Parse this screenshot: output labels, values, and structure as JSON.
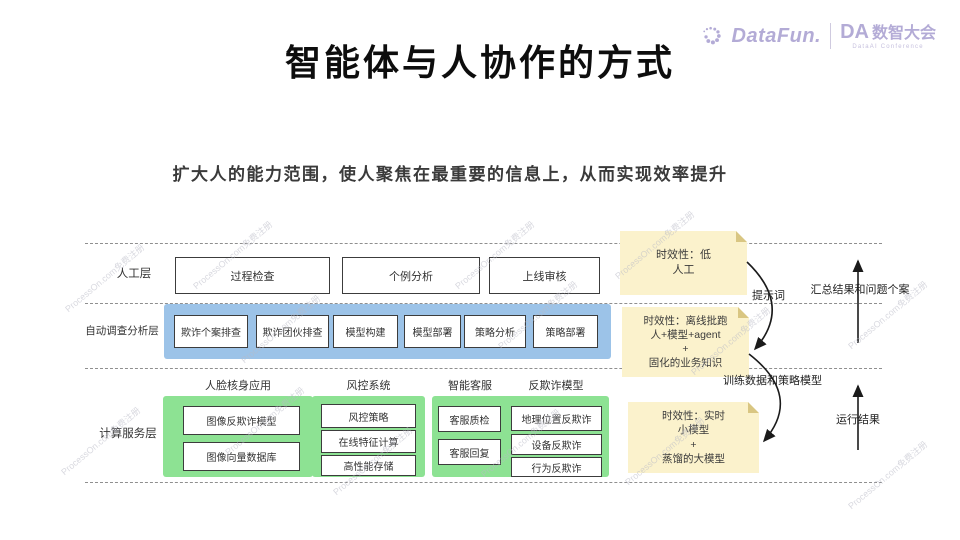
{
  "header": {
    "title": "智能体与人协作的方式",
    "datafun_logo": "DataFun.",
    "da_logo_abbr": "DA",
    "da_logo_name": "数智大会",
    "da_logo_sub": "DataAI Conference"
  },
  "subtitle": "扩大人的能力范围，使人聚焦在最重要的信息上，从而实现效率提升",
  "layers": {
    "human": {
      "label": "人工层",
      "boxes": [
        "过程检查",
        "个例分析",
        "上线审核"
      ]
    },
    "auto": {
      "label": "自动调查分析层",
      "boxes": [
        "欺诈个案排查",
        "欺诈团伙排查",
        "模型构建",
        "模型部署",
        "策略分析",
        "策略部署"
      ]
    },
    "compute": {
      "label": "计算服务层",
      "groups": [
        {
          "label": "人脸核身应用",
          "boxes": [
            "图像反欺诈模型",
            "图像向量数据库"
          ]
        },
        {
          "label": "风控系统",
          "boxes": [
            "风控策略",
            "在线特征计算",
            "高性能存储"
          ]
        },
        {
          "label": "智能客服",
          "boxes": [
            "客服质检",
            "客服回复"
          ]
        },
        {
          "label": "反欺诈模型",
          "boxes": [
            "地理位置反欺诈",
            "设备反欺诈",
            "行为反欺诈"
          ]
        }
      ]
    }
  },
  "notes": [
    [
      "时效性：低",
      "人工"
    ],
    [
      "时效性：离线批跑",
      "人+模型+agent",
      "+",
      "固化的业务知识"
    ],
    [
      "时效性：实时",
      "小模型",
      "+",
      "蒸馏的大模型"
    ]
  ],
  "flows": {
    "prompt": "提示词",
    "train": "训练数据和策略模型",
    "summary": "汇总结果和问题个案",
    "result": "运行结果"
  },
  "colors": {
    "layer_blue": "#9cc3e8",
    "layer_green": "#8de293",
    "note_yellow": "#fbf2cc",
    "logo_purple": "#b3abd6"
  },
  "watermark": "ProcessOn.com免费注册"
}
